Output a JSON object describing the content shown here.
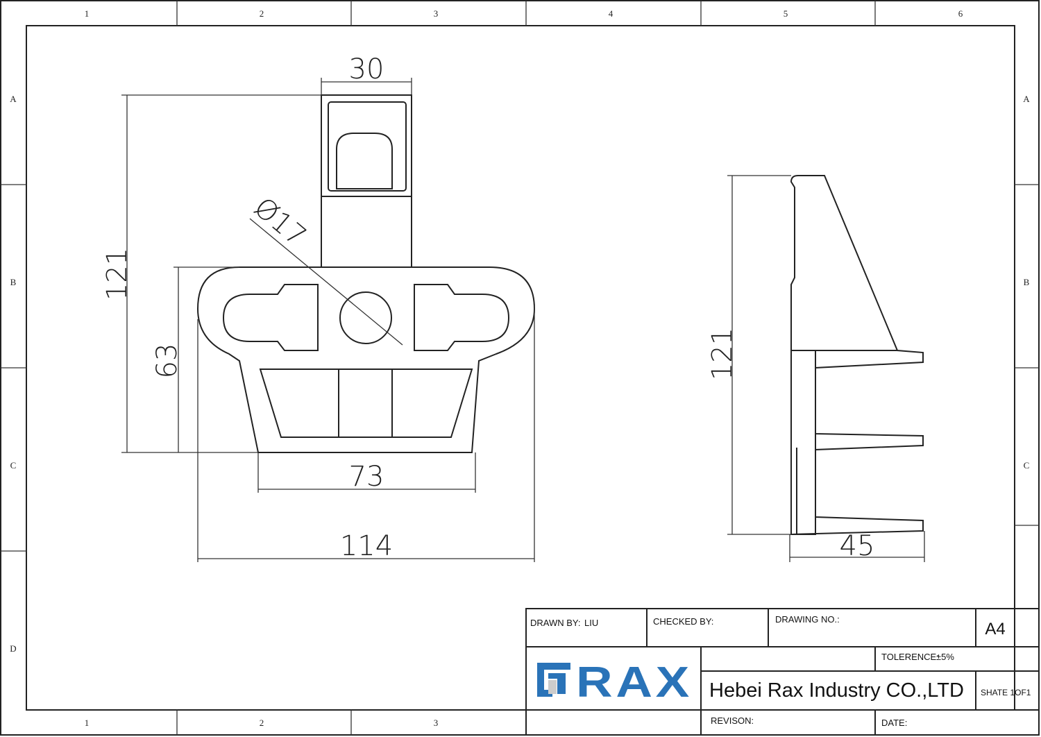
{
  "frame": {
    "columns": [
      "1",
      "2",
      "3",
      "4",
      "5",
      "6"
    ],
    "bottom_columns": [
      "1",
      "2",
      "3"
    ],
    "rows": [
      "A",
      "B",
      "C",
      "D"
    ]
  },
  "front_view": {
    "dimensions": {
      "top_width": "30",
      "height": "121",
      "body_height": "63",
      "hole_diameter": "Ø17",
      "bottom_width": "73",
      "total_width": "114"
    }
  },
  "side_view": {
    "dimensions": {
      "height": "121",
      "depth": "45"
    }
  },
  "title_block": {
    "drawn_by_label": "DRAWN BY:",
    "drawn_by_value": "LIU",
    "checked_by_label": "CHECKED BY:",
    "drawing_no_label": "DRAWING NO.:",
    "paper_size": "A4",
    "tolerance_label": "TOLERENCE:",
    "tolerance_value": "±5%",
    "company": "Hebei Rax Industry CO.,LTD",
    "sheet": "SHATE 1OF1",
    "revision_label": "REVISON:",
    "date_label": "DATE:",
    "logo_text": "RAX",
    "logo_color": "#2a73b8"
  }
}
